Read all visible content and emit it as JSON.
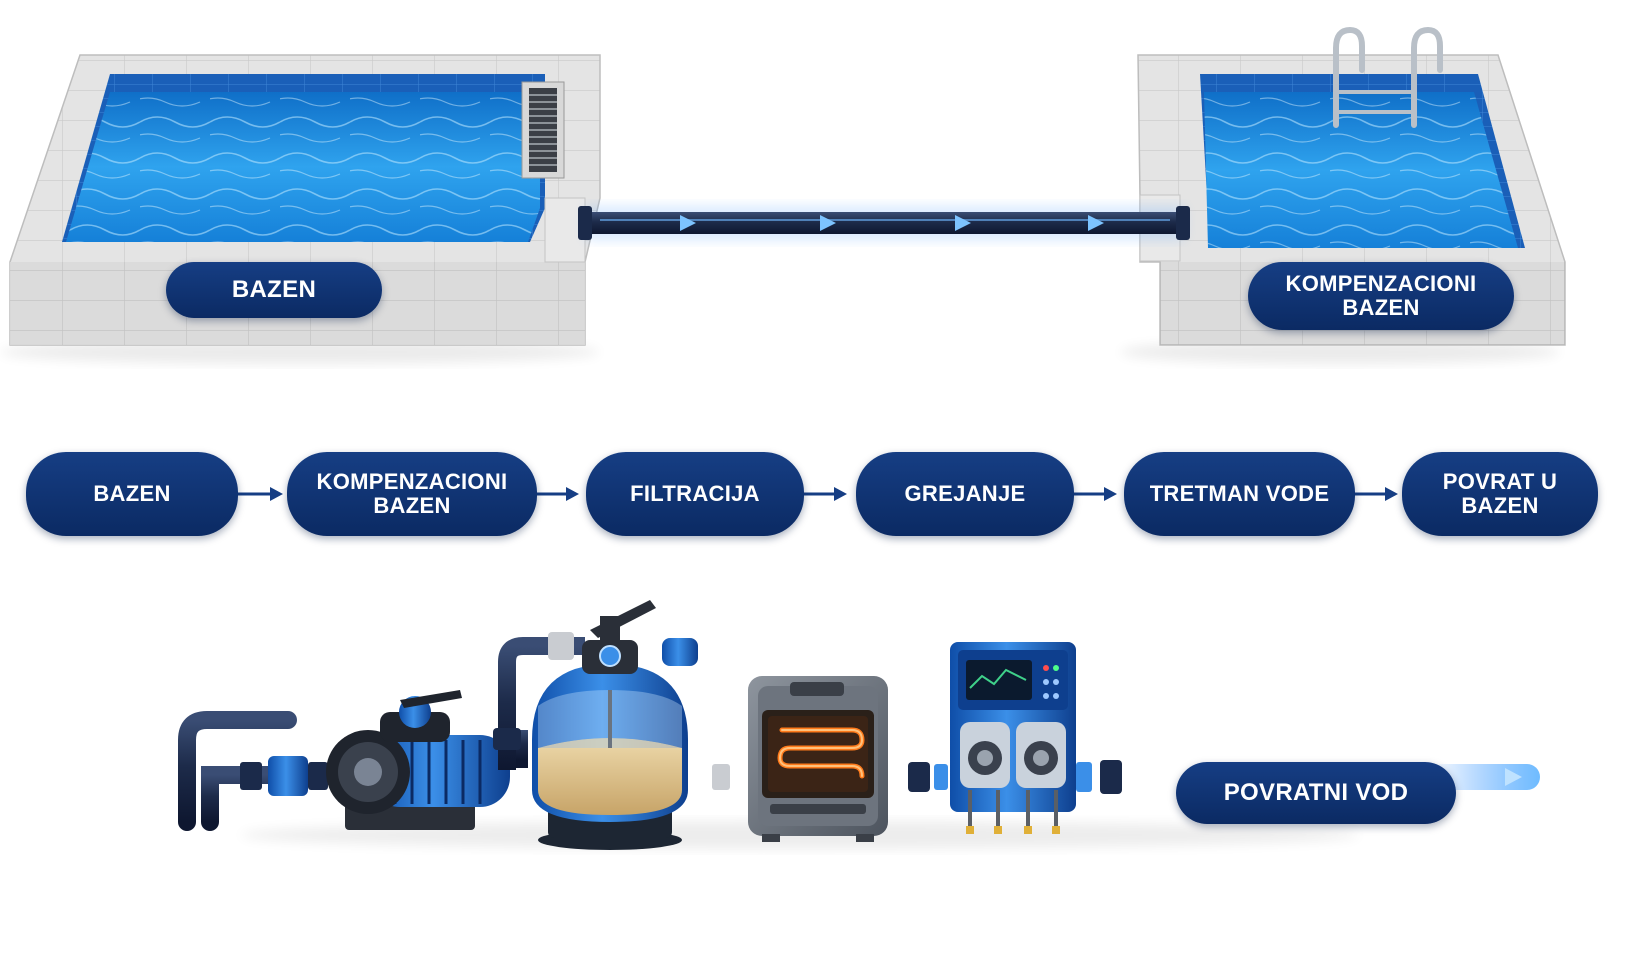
{
  "labels": {
    "pool_main": "BAZEN",
    "pool_comp_line1": "KOMPENZACIONI",
    "pool_comp_line2": "BAZEN",
    "return_line": "POVRATNI VOD"
  },
  "flow_steps": [
    {
      "lines": [
        "BAZEN"
      ]
    },
    {
      "lines": [
        "KOMPENZACIONI",
        "BAZEN"
      ]
    },
    {
      "lines": [
        "FILTRACIJA"
      ]
    },
    {
      "lines": [
        "GREJANJE"
      ]
    },
    {
      "lines": [
        "TRETMAN VODE"
      ]
    },
    {
      "lines": [
        "POVRAT U",
        "BAZEN"
      ]
    }
  ],
  "colors": {
    "pill": "#0e2f6e",
    "water": "#1e8fe0",
    "pipe": "#1c2c4c",
    "glow": "#2f8cff",
    "concrete": "#e6e6e6"
  },
  "icons": [
    "pool-ladder-icon",
    "skimmer-grate-icon",
    "flow-arrow-icon",
    "pump-icon",
    "sand-filter-icon",
    "heater-icon",
    "dosing-unit-icon"
  ]
}
